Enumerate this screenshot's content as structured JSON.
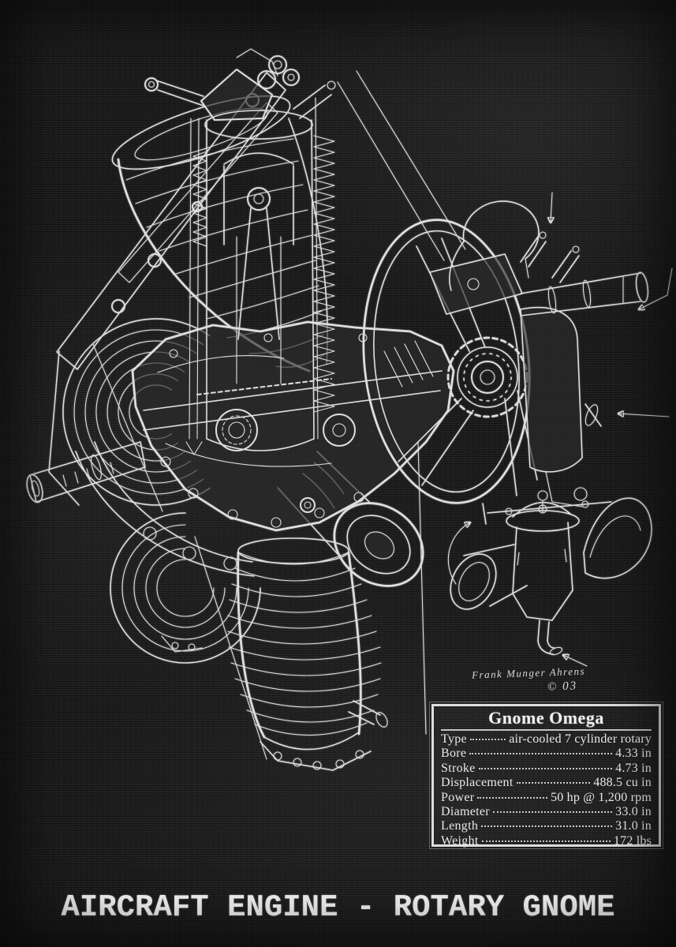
{
  "poster": {
    "title": "AIRCRAFT ENGINE - ROTARY GNOME",
    "artist_signature": "Frank Munger Ahrens",
    "copyright_mark": "© 03",
    "colors": {
      "background": "#1e1e1e",
      "chalk": "#ececec"
    },
    "illustration_alt": "Cutaway pen drawing of a Gnome Omega seven-cylinder rotary aircraft engine with separate carburetor detail",
    "spec_table": {
      "title": "Gnome Omega",
      "rows": [
        {
          "label": "Type",
          "value": "air-cooled 7 cylinder rotary"
        },
        {
          "label": "Bore",
          "value": "4.33 in"
        },
        {
          "label": "Stroke",
          "value": "4.73 in"
        },
        {
          "label": "Displacement",
          "value": "488.5 cu in"
        },
        {
          "label": "Power",
          "value": "50 hp @ 1,200 rpm"
        },
        {
          "label": "Diameter",
          "value": "33.0 in"
        },
        {
          "label": "Length",
          "value": "31.0 in"
        },
        {
          "label": "Weight",
          "value": "172 lbs"
        }
      ]
    }
  }
}
